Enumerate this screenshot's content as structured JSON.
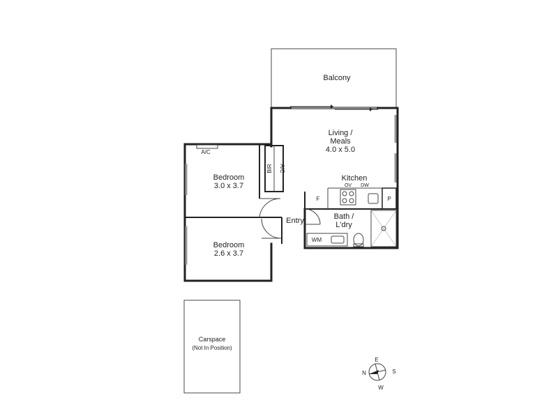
{
  "rooms": {
    "balcony": "Balcony",
    "living_line1": "Living /",
    "living_line2": "Meals",
    "living_size": "4.0 x 5.0",
    "kitchen": "Kitchen",
    "bedroom1": "Bedroom",
    "bedroom1_size": "3.0 x 3.7",
    "bedroom2": "Bedroom",
    "bedroom2_size": "2.6 x 3.7",
    "entry": "Entry",
    "bath_line1": "Bath /",
    "bath_line2": "L'dry",
    "carspace_line1": "Carspace",
    "carspace_line2": "(Not In Position)"
  },
  "fixtures": {
    "ac_bedroom": "A/C",
    "ac_robe": "A/C",
    "bir": "BIR",
    "oven": "OV",
    "dishwasher": "DW",
    "fridge": "F",
    "pantry": "P",
    "washing_machine": "WM"
  },
  "compass": {
    "north": "N",
    "east": "E",
    "south": "S",
    "west": "W"
  }
}
